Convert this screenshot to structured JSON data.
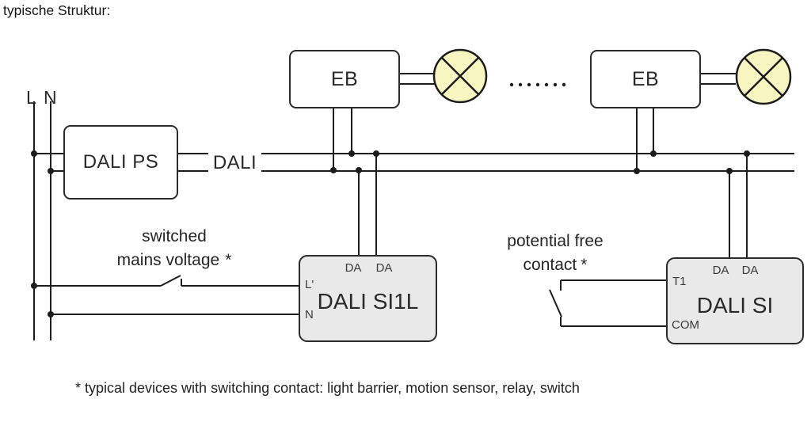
{
  "title": "typische Struktur:",
  "mains": {
    "l": "L",
    "n": "N"
  },
  "power_supply": {
    "label": "DALI PS"
  },
  "bus": {
    "label": "DALI"
  },
  "ballast_left": {
    "label": "EB"
  },
  "ballast_right": {
    "label": "EB"
  },
  "si1l": {
    "label": "DALI SI1L",
    "terminal_da1": "DA",
    "terminal_da2": "DA",
    "terminal_l": "L'",
    "terminal_n": "N"
  },
  "si": {
    "label": "DALI SI",
    "terminal_da1": "DA",
    "terminal_da2": "DA",
    "terminal_t1": "T1",
    "terminal_com": "COM"
  },
  "annotation_left": {
    "line1": "switched",
    "line2": "mains voltage",
    "asterisk": "*"
  },
  "annotation_right": {
    "line1": "potential free",
    "line2": "contact",
    "asterisk": "*"
  },
  "footnote": "* typical devices with switching contact: light barrier, motion sensor, relay, switch",
  "colors": {
    "line": "#1c1c1c",
    "module_fill": "#e9e9e9",
    "lamp_fill": "#f7f5c1",
    "box_border": "#2b2b2b"
  }
}
